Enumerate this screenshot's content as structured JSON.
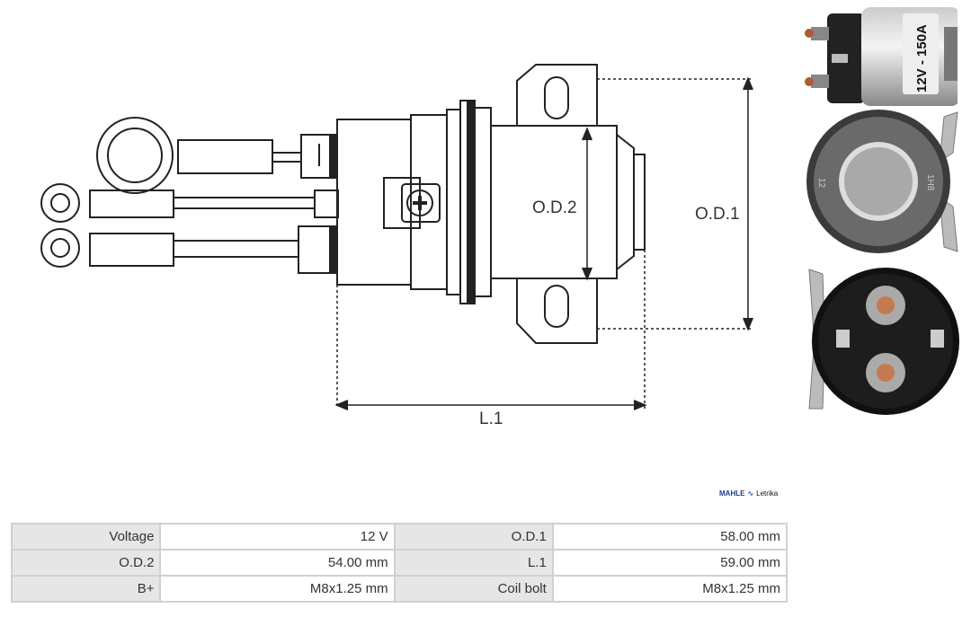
{
  "drawing": {
    "labels": {
      "od2": "O.D.2",
      "od1": "O.D.1",
      "l1": "L.1"
    }
  },
  "photos": {
    "label_text": "12V - 150A",
    "face_marks": [
      "12",
      "1H8"
    ]
  },
  "brand": {
    "name": "MAHLE",
    "sub": "Letrika",
    "color": "#1e3c8c"
  },
  "specs": [
    [
      {
        "key": "Voltage",
        "value": "12 V"
      },
      {
        "key": "O.D.1",
        "value": "58.00 mm"
      }
    ],
    [
      {
        "key": "O.D.2",
        "value": "54.00 mm"
      },
      {
        "key": "L.1",
        "value": "59.00 mm"
      }
    ],
    [
      {
        "key": "B+",
        "value": "M8x1.25 mm"
      },
      {
        "key": "Coil bolt",
        "value": "M8x1.25 mm"
      }
    ]
  ]
}
